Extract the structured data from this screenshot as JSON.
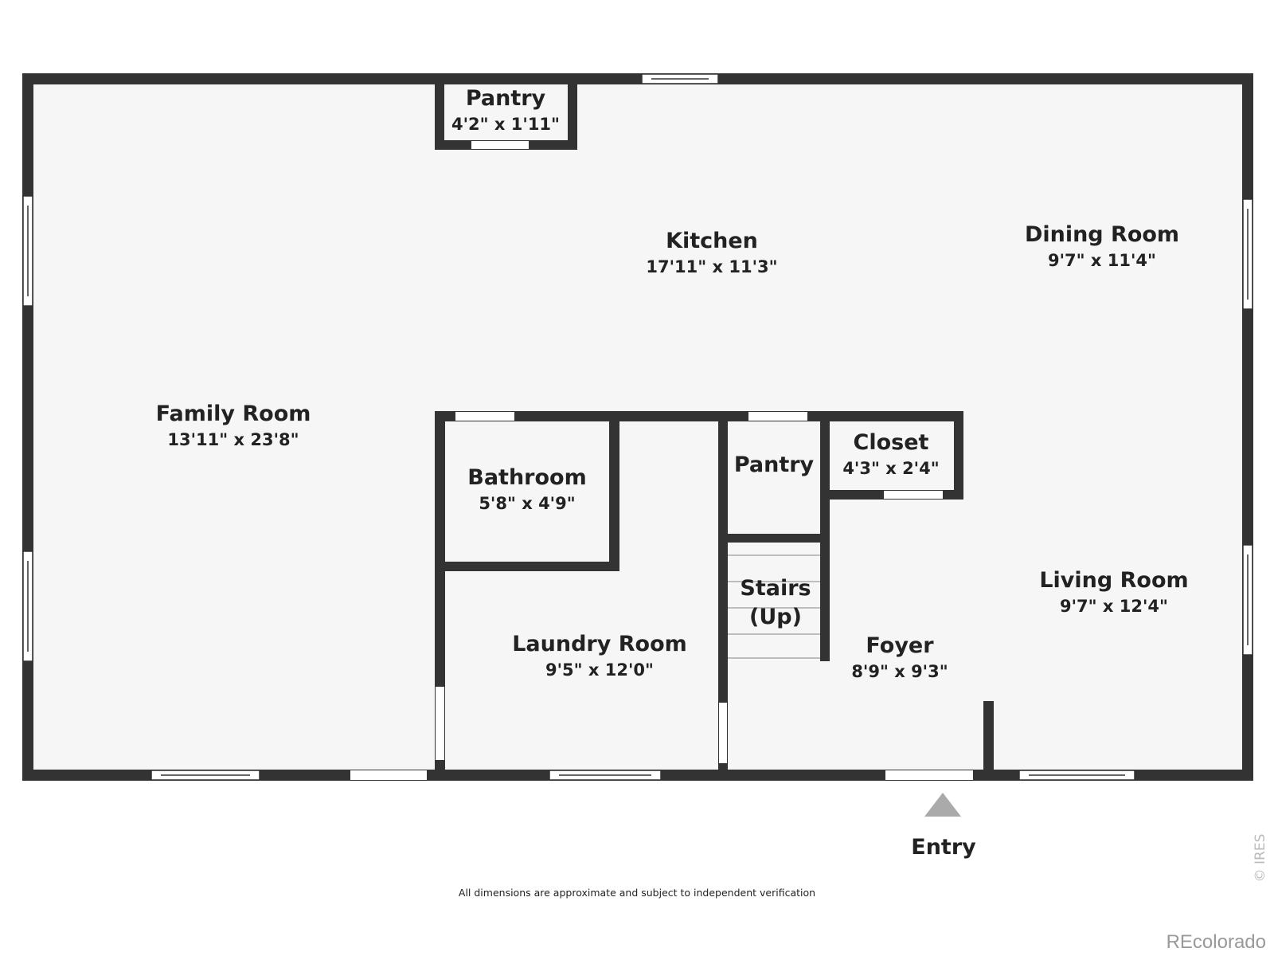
{
  "rooms": {
    "pantry_top": {
      "name": "Pantry",
      "dims": "4'2\" x 1'11\""
    },
    "kitchen": {
      "name": "Kitchen",
      "dims": "17'11\" x 11'3\""
    },
    "dining_room": {
      "name": "Dining Room",
      "dims": "9'7\" x 11'4\""
    },
    "family_room": {
      "name": "Family Room",
      "dims": "13'11\" x 23'8\""
    },
    "bathroom": {
      "name": "Bathroom",
      "dims": "5'8\" x 4'9\""
    },
    "pantry_mid": {
      "name": "Pantry"
    },
    "closet": {
      "name": "Closet",
      "dims": "4'3\" x 2'4\""
    },
    "stairs": {
      "name_line1": "Stairs",
      "name_line2": "(Up)"
    },
    "laundry_room": {
      "name": "Laundry Room",
      "dims": "9'5\" x 12'0\""
    },
    "foyer": {
      "name": "Foyer",
      "dims": "8'9\" x 9'3\""
    },
    "living_room": {
      "name": "Living Room",
      "dims": "9'7\" x 12'4\""
    }
  },
  "entry": {
    "label": "Entry"
  },
  "disclaimer": "All dimensions are approximate and subject to independent verification",
  "watermark": "© IRES",
  "brand": "REcolorado",
  "colors": {
    "wall": "#333333",
    "floor": "#f6f6f6",
    "arrow": "#aaaaaa"
  }
}
